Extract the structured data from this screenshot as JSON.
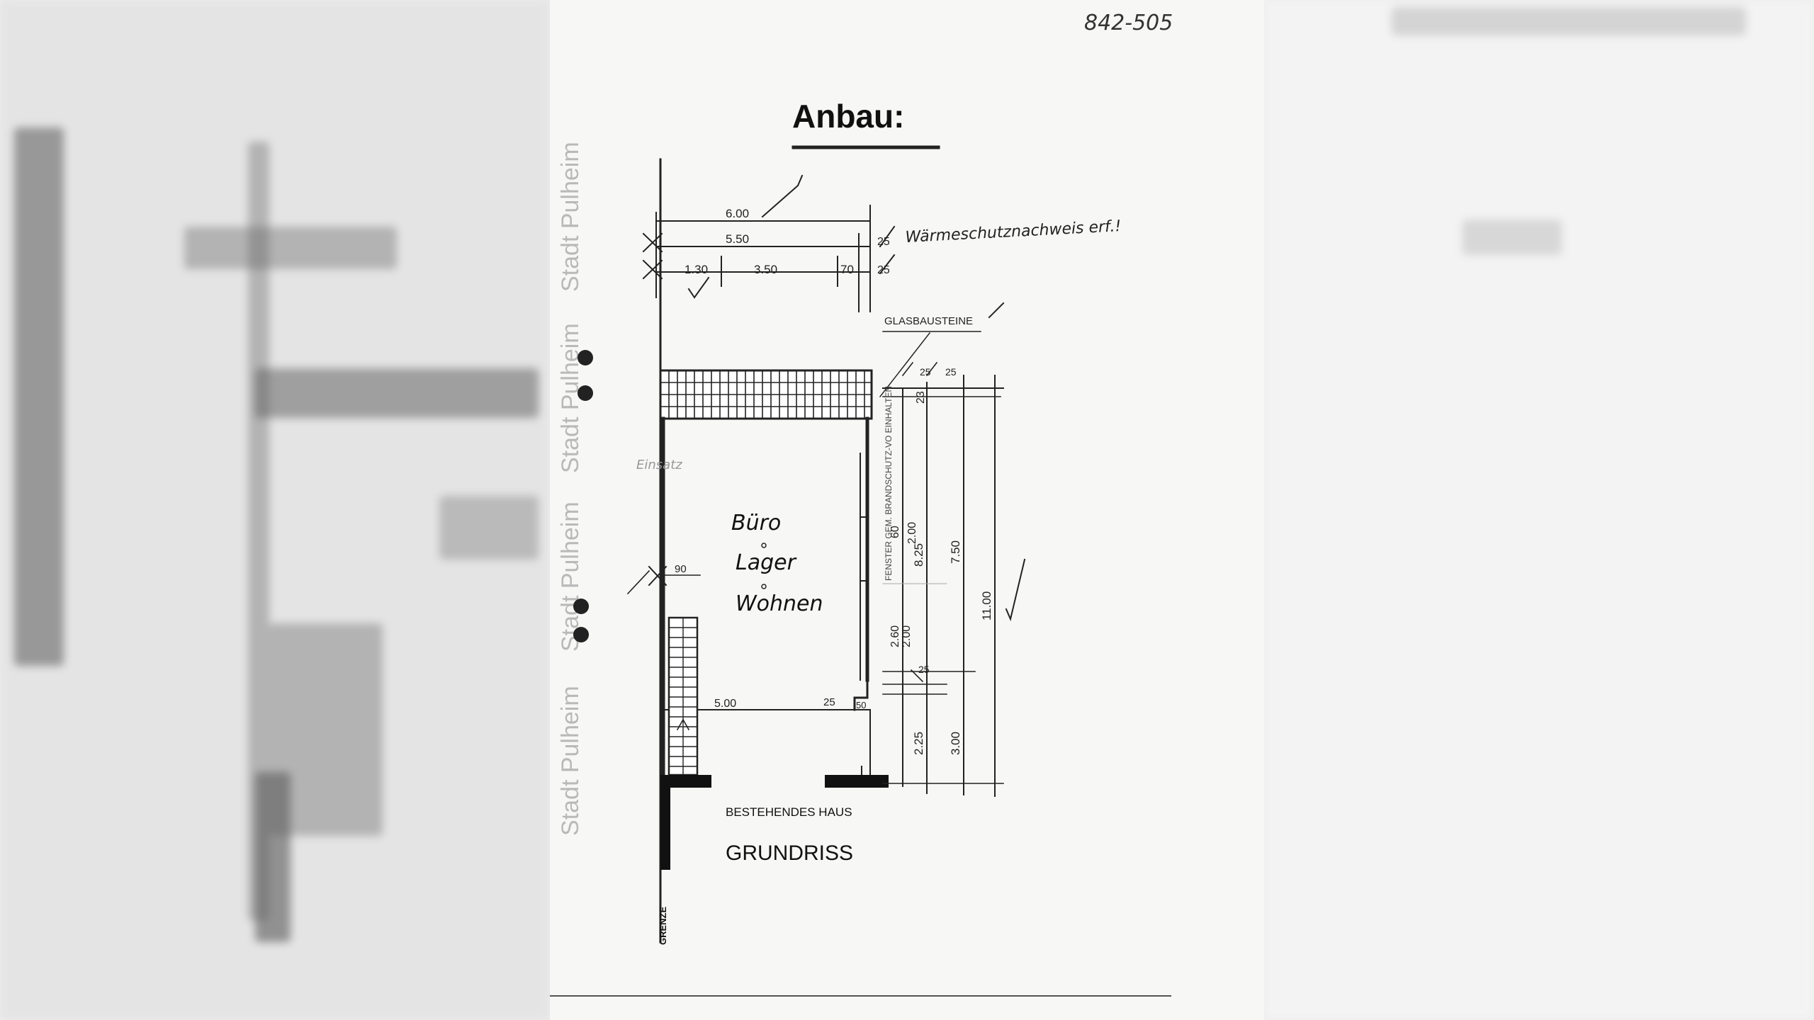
{
  "document": {
    "file_number": "842-505",
    "heading": "Anbau:",
    "dimensions": {
      "overall_width": "6.00",
      "inner_width": "5.50",
      "segment_a": "1.30",
      "segment_b": "3.50",
      "segment_c": "70",
      "wall_25": "25",
      "stair_width": "90",
      "inner_depth": "5.00",
      "offset_50": "50",
      "dim_60": "60",
      "dim_200a": "2.00",
      "height_825": "8.25",
      "height_750": "7.50",
      "height_1100": "11.00",
      "dim_260": "2.60",
      "dim_200b": "2.00",
      "height_225": "2.25",
      "height_300": "3.00",
      "dim_23": "23"
    },
    "note_thermal": "Wärmeschutznachweis erf.!",
    "label_glass": "GLASBAUSTEINE",
    "label_vertical_note": "FENSTER GEM. BRANDSCHUTZ-VO EINHALTEN",
    "label_small_note": "Einsatz",
    "room_line1": "Büro",
    "room_line2": "Lager",
    "room_line3": "Wohnen",
    "label_existing": "BESTEHENDES HAUS",
    "label_plan": "GRUNDRISS",
    "label_boundary": "GRENZE",
    "stamp_text": "Stadt Pulheim"
  }
}
